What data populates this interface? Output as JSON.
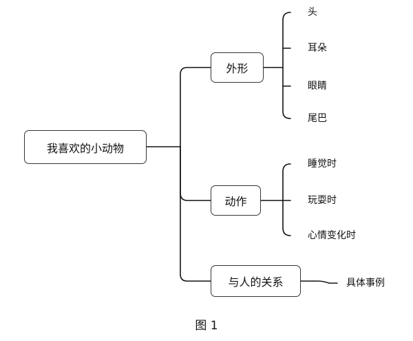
{
  "root": {
    "label": "我喜欢的小动物"
  },
  "branches": [
    {
      "label": "外形",
      "children": [
        "头",
        "耳朵",
        "眼睛",
        "尾巴"
      ]
    },
    {
      "label": "动作",
      "children": [
        "睡觉时",
        "玩耍时",
        "心情变化时"
      ]
    },
    {
      "label": "与人的关系",
      "children": [
        "具体事例"
      ]
    }
  ],
  "caption": "图 1",
  "colors": {
    "line": "#111111",
    "box_border": "#333333",
    "background": "#ffffff"
  }
}
